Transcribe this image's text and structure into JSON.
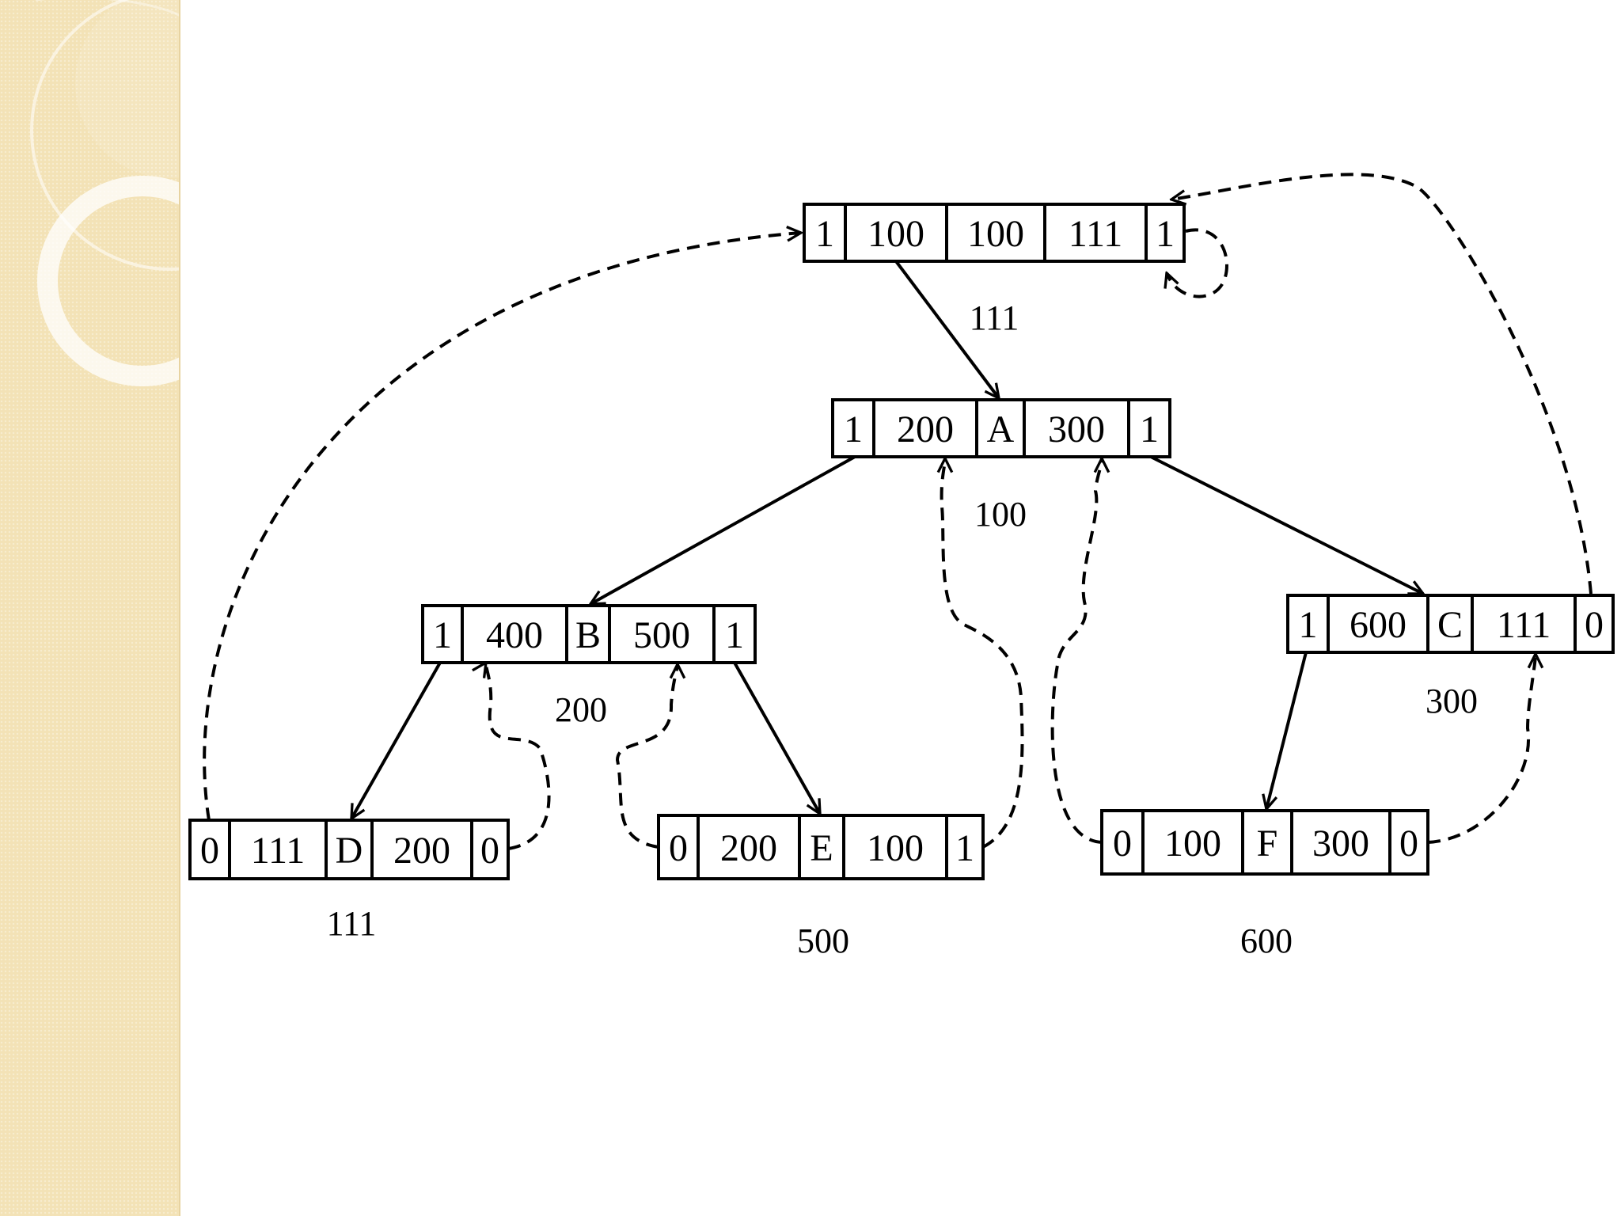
{
  "nodes": [
    {
      "id": "head",
      "fields": [
        "1",
        "100",
        "100",
        "111",
        "1"
      ]
    },
    {
      "id": "A",
      "fields": [
        "1",
        "200",
        "A",
        "300",
        "1"
      ]
    },
    {
      "id": "B",
      "fields": [
        "1",
        "400",
        "B",
        "500",
        "1"
      ]
    },
    {
      "id": "C",
      "fields": [
        "1",
        "600",
        "C",
        "111",
        "0"
      ]
    },
    {
      "id": "D",
      "fields": [
        "0",
        "111",
        "D",
        "200",
        "0"
      ]
    },
    {
      "id": "E",
      "fields": [
        "0",
        "200",
        "E",
        "100",
        "1"
      ]
    },
    {
      "id": "F",
      "fields": [
        "0",
        "100",
        "F",
        "300",
        "0"
      ]
    }
  ],
  "address_labels": {
    "head": "111",
    "A": "100",
    "B": "200",
    "C": "300",
    "D": "111",
    "E": "500",
    "F": "600"
  },
  "edges": [
    {
      "from": "head",
      "to": "A",
      "kind": "child"
    },
    {
      "from": "A",
      "to": "B",
      "kind": "child"
    },
    {
      "from": "A",
      "to": "C",
      "kind": "child"
    },
    {
      "from": "B",
      "to": "D",
      "kind": "child"
    },
    {
      "from": "B",
      "to": "E",
      "kind": "child"
    },
    {
      "from": "C",
      "to": "F",
      "kind": "child"
    },
    {
      "from": "head",
      "to": "head",
      "kind": "thread"
    },
    {
      "from": "D",
      "to": "head",
      "kind": "thread"
    },
    {
      "from": "D",
      "to": "B",
      "kind": "thread"
    },
    {
      "from": "E",
      "to": "B",
      "kind": "thread"
    },
    {
      "from": "E",
      "to": "A",
      "kind": "thread"
    },
    {
      "from": "F",
      "to": "A",
      "kind": "thread"
    },
    {
      "from": "F",
      "to": "C",
      "kind": "thread"
    },
    {
      "from": "C",
      "to": "head",
      "kind": "thread"
    }
  ]
}
